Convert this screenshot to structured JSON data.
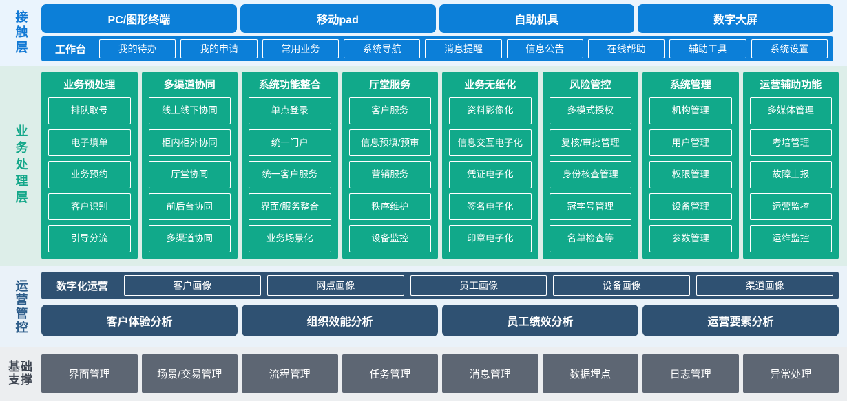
{
  "colors": {
    "contact_accent": "#0c7fd8",
    "contact_bg": "#eaf4fd",
    "business_accent": "#11a98a",
    "business_bg": "#ddeee9",
    "operations_accent": "#2f5172",
    "operations_bg": "#eaf2f9",
    "foundation_accent": "#5d6673",
    "foundation_bg": "#eceef0"
  },
  "contact_layer": {
    "label": "接触层",
    "channels": [
      "PC/图形终端",
      "移动pad",
      "自助机具",
      "数字大屏"
    ],
    "workbench_label": "工作台",
    "workbench_items": [
      "我的待办",
      "我的申请",
      "常用业务",
      "系统导航",
      "消息提醒",
      "信息公告",
      "在线帮助",
      "辅助工具",
      "系统设置"
    ]
  },
  "business_layer": {
    "label": "业务处理层",
    "columns": [
      {
        "title": "业务预处理",
        "items": [
          "排队取号",
          "电子填单",
          "业务预约",
          "客户识别",
          "引导分流"
        ]
      },
      {
        "title": "多渠道协同",
        "items": [
          "线上线下协同",
          "柜内柜外协同",
          "厅堂协同",
          "前后台协同",
          "多渠道协同"
        ]
      },
      {
        "title": "系统功能整合",
        "items": [
          "单点登录",
          "统一门户",
          "统一客户服务",
          "界面/服务整合",
          "业务场景化"
        ]
      },
      {
        "title": "厅堂服务",
        "items": [
          "客户服务",
          "信息预填/预审",
          "营销服务",
          "秩序维护",
          "设备监控"
        ]
      },
      {
        "title": "业务无纸化",
        "items": [
          "资料影像化",
          "信息交互电子化",
          "凭证电子化",
          "签名电子化",
          "印章电子化"
        ]
      },
      {
        "title": "风险管控",
        "items": [
          "多模式授权",
          "复核/审批管理",
          "身份核查管理",
          "冠字号管理",
          "名单检查等"
        ]
      },
      {
        "title": "系统管理",
        "items": [
          "机构管理",
          "用户管理",
          "权限管理",
          "设备管理",
          "参数管理"
        ]
      },
      {
        "title": "运营辅助功能",
        "items": [
          "多媒体管理",
          "考培管理",
          "故障上报",
          "运营监控",
          "运维监控"
        ]
      }
    ]
  },
  "operations_layer": {
    "label": "运营管控",
    "digital_ops_label": "数字化运营",
    "portraits": [
      "客户画像",
      "网点画像",
      "员工画像",
      "设备画像",
      "渠道画像"
    ],
    "analyses": [
      "客户体验分析",
      "组织效能分析",
      "员工绩效分析",
      "运营要素分析"
    ]
  },
  "foundation_layer": {
    "label": "基础支撑",
    "label_lines": [
      "基础",
      "支撑"
    ],
    "items": [
      "界面管理",
      "场景/交易管理",
      "流程管理",
      "任务管理",
      "消息管理",
      "数据埋点",
      "日志管理",
      "异常处理"
    ]
  }
}
